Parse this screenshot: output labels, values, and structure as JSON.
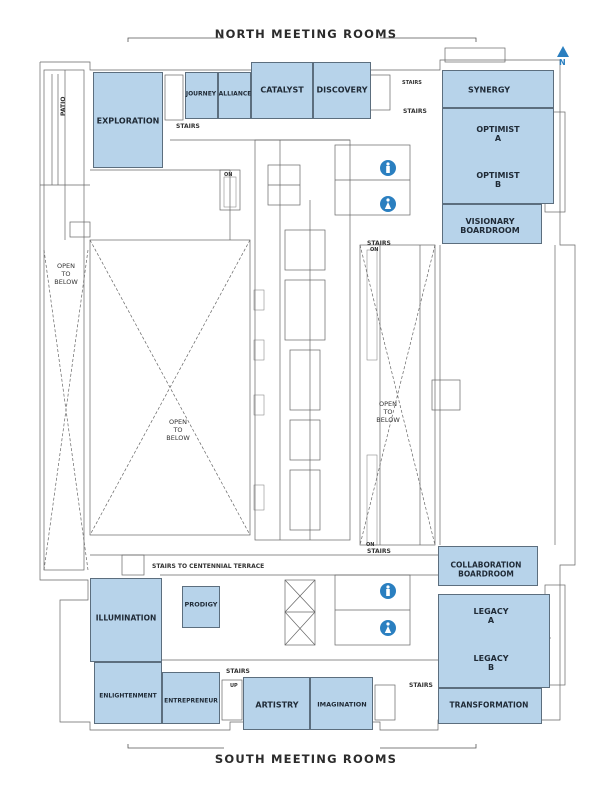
{
  "headers": {
    "north": "NORTH MEETING ROOMS",
    "south": "SOUTH MEETING ROOMS"
  },
  "compass": {
    "label": "N",
    "color": "#2a7fc0"
  },
  "colors": {
    "room_fill": "#b7d3ea",
    "restroom_icon": "#2a7fc0"
  },
  "rooms": {
    "exploration": "EXPLORATION",
    "journey": "JOURNEY",
    "alliance": "ALLIANCE",
    "catalyst": "CATALYST",
    "discovery": "DISCOVERY",
    "synergy": "SYNERGY",
    "optimist_a": "OPTIMIST\nA",
    "optimist_b": "OPTIMIST\nB",
    "visionary": "VISIONARY\nBOARDROOM",
    "collaboration": "COLLABORATION\nBOARDROOM",
    "legacy_a": "LEGACY\nA",
    "legacy_b": "LEGACY\nB",
    "transformation": "TRANSFORMATION",
    "illumination": "ILLUMINATION",
    "prodigy": "PRODIGY",
    "enlightenment": "ENLIGHTENMENT",
    "entrepreneur": "ENTREPRENEUR",
    "artistry": "ARTISTRY",
    "imagination": "IMAGINATION"
  },
  "labels": {
    "patio": "PATIO",
    "stairs": "STAIRS",
    "stairs_on": "ON",
    "up": "UP",
    "open_to_below": "OPEN\nTO\nBELOW",
    "stairs_terrace": "STAIRS TO CENTENNIAL TERRACE"
  }
}
